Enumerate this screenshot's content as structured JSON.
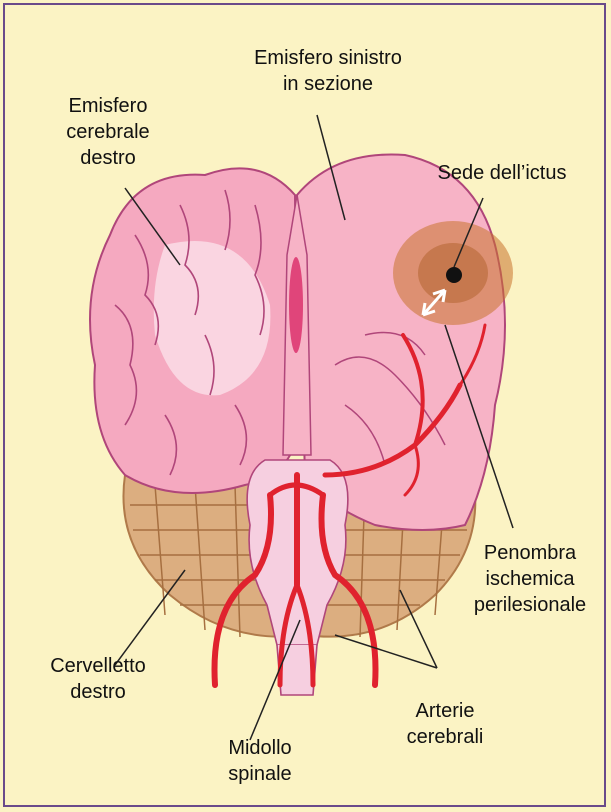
{
  "labels": {
    "right_hemisphere": [
      "Emisfero",
      "cerebrale",
      "destro"
    ],
    "left_hemisphere_section": [
      "Emisfero sinistro",
      "in sezione"
    ],
    "stroke_site": [
      "Sede dell’ictus"
    ],
    "penumbra": [
      "Penombra",
      "ischemica",
      "perilesionale"
    ],
    "cerebellum": [
      "Cervelletto",
      "destro"
    ],
    "spinal_cord": [
      "Midollo",
      "spinale"
    ],
    "arteries": [
      "Arterie",
      "cerebrali"
    ]
  },
  "colors": {
    "background": "#fbf3c4",
    "border": "#6a4a8a",
    "brain": "#f4a6bd",
    "brain_outline": "#b0467a",
    "artery": "#e0222e",
    "cerebellum": "#d9a878",
    "lesion": "#c9732e"
  }
}
